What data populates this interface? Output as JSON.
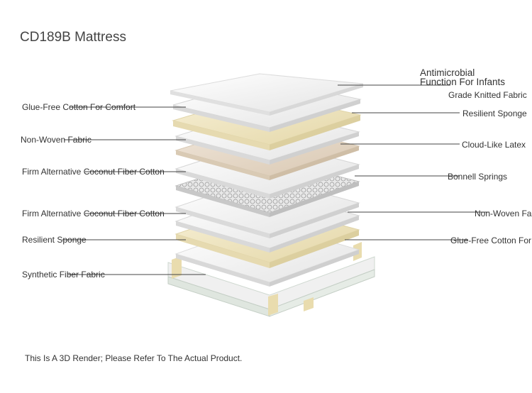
{
  "title": "CD189B Mattress",
  "left_labels": [
    "Glue-Free Cotton For Comfort",
    "Non-Woven Fabric",
    "Firm Alternative Coconut Fiber Cotton",
    "Firm Alternative Coconut Fiber Cotton",
    "Resilient Sponge",
    "Synthetic Fiber Fabric"
  ],
  "right_labels": [
    "Antimicrobial\nFunction For Infants",
    "Grade Knitted Fabric",
    "Resilient Sponge",
    "Cloud-Like Latex",
    "Bonnell Springs",
    "Non-Woven Fab",
    "Glue-Free Cotton For C"
  ],
  "footnote": "This Is A 3D Render; Please Refer To The Actual Product.",
  "colors": {
    "white_layer": "#f4f4f4",
    "sponge_layer": "#efe6c4",
    "latex_layer": "#e8dccd",
    "spring_layer": "#d9d9d9"
  }
}
